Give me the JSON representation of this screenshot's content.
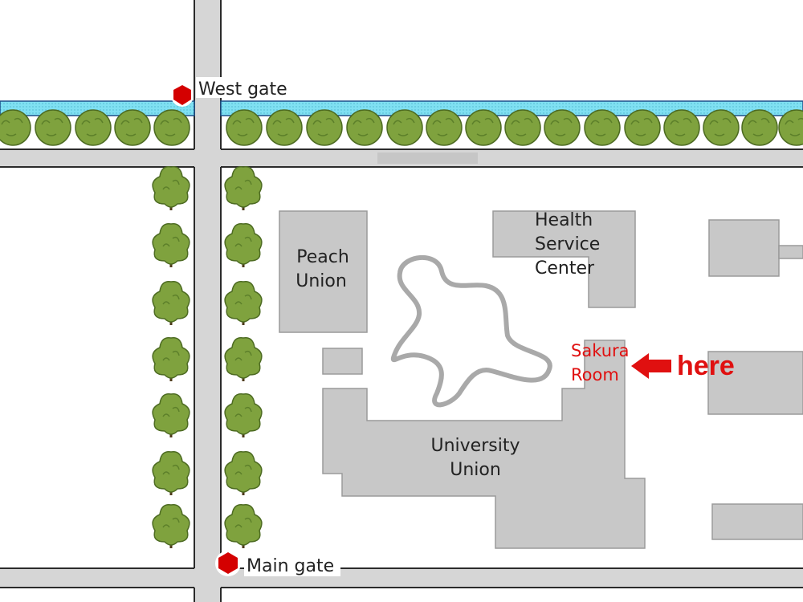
{
  "colors": {
    "road_fill": "#d6d6d6",
    "road_edge": "#2b2b2b",
    "building": "#c8c8c8",
    "building_edge": "#9a9a9a",
    "water": "#7fe0f2",
    "tree": "#7fa23e",
    "tree_dark": "#5c7f2a",
    "gate": "#d40000",
    "accent_red": "#e01010",
    "text": "#222222"
  },
  "labels": {
    "west_gate": "West gate",
    "main_gate": "Main gate",
    "peach_union": [
      "Peach",
      "Union"
    ],
    "health_center": [
      "Health",
      "Service",
      "Center"
    ],
    "university_union": [
      "University",
      "Union"
    ],
    "sakura_room": [
      "Sakura",
      "Room"
    ],
    "here": "here"
  },
  "icons": {
    "gate_marker": "red-dot-icon",
    "tree": "tree-icon",
    "arrow": "left-arrow-icon"
  }
}
